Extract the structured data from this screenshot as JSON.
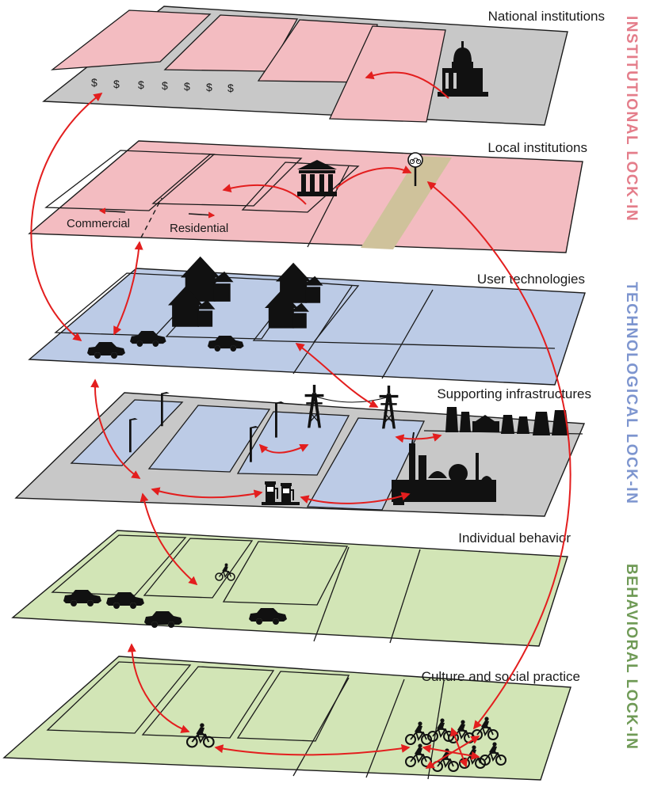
{
  "layers": {
    "national": {
      "title": "National institutions"
    },
    "local": {
      "title": "Local institutions",
      "commercial_label": "Commercial",
      "residential_label": "Residential"
    },
    "user_tech": {
      "title": "User technologies"
    },
    "infrastructure": {
      "title": "Supporting infrastructures"
    },
    "individual": {
      "title": "Individual behavior"
    },
    "culture": {
      "title": "Culture and social practice"
    }
  },
  "side_labels": {
    "institutional": "INSTITUTIONAL LOCK-IN",
    "technological": "TECHNOLOGICAL LOCK-IN",
    "behavioral": "BEHAVIORAL LOCK-IN"
  },
  "dollar_signs": [
    "$",
    "$",
    "$",
    "$",
    "$",
    "$",
    "$"
  ],
  "colors": {
    "institutional": "#f3bcc1",
    "technological": "#bccbe6",
    "behavioral": "#d2e5b6",
    "road": "#c8c8c8",
    "bike_lane": "#cfc29b",
    "arrow": "#e31e1e",
    "institutional_label": "#e47d8a",
    "technological_label": "#7d95cf",
    "behavioral_label": "#6f9a56"
  },
  "icons": [
    "capitol-icon",
    "city-hall-icon",
    "bike-sign-icon",
    "house-icon",
    "car-icon",
    "street-light-icon",
    "power-pylon-icon",
    "power-plant-icon",
    "gas-pump-icon",
    "refinery-icon",
    "cyclist-icon"
  ]
}
